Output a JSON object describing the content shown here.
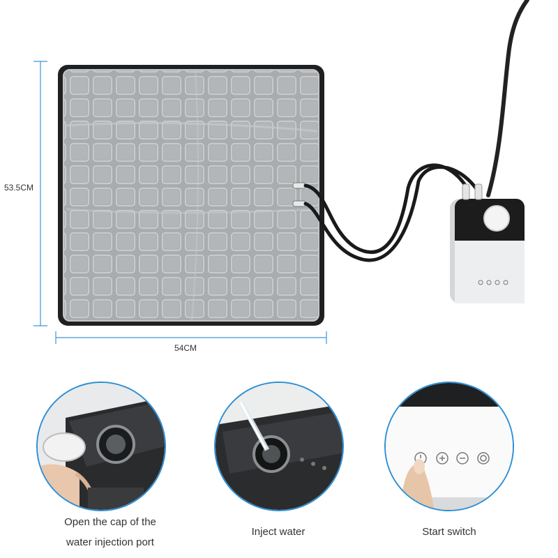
{
  "dimensions": {
    "height_label": "53.5CM",
    "width_label": "54CM"
  },
  "steps": [
    {
      "caption_line1": "Open the cap of the",
      "caption_line2": "water injection port",
      "icon": "cap-open-photo"
    },
    {
      "caption": "Inject water",
      "icon": "water-pour-photo"
    },
    {
      "caption": "Start switch",
      "icon": "power-button-photo"
    }
  ],
  "colors": {
    "pad_fill": "#a9acae",
    "pad_border": "#1f2021",
    "dimension_line": "#3d95d8",
    "circle_border": "#2b8fd6",
    "device_dark": "#1c1c1c",
    "device_light": "#eceef0"
  }
}
